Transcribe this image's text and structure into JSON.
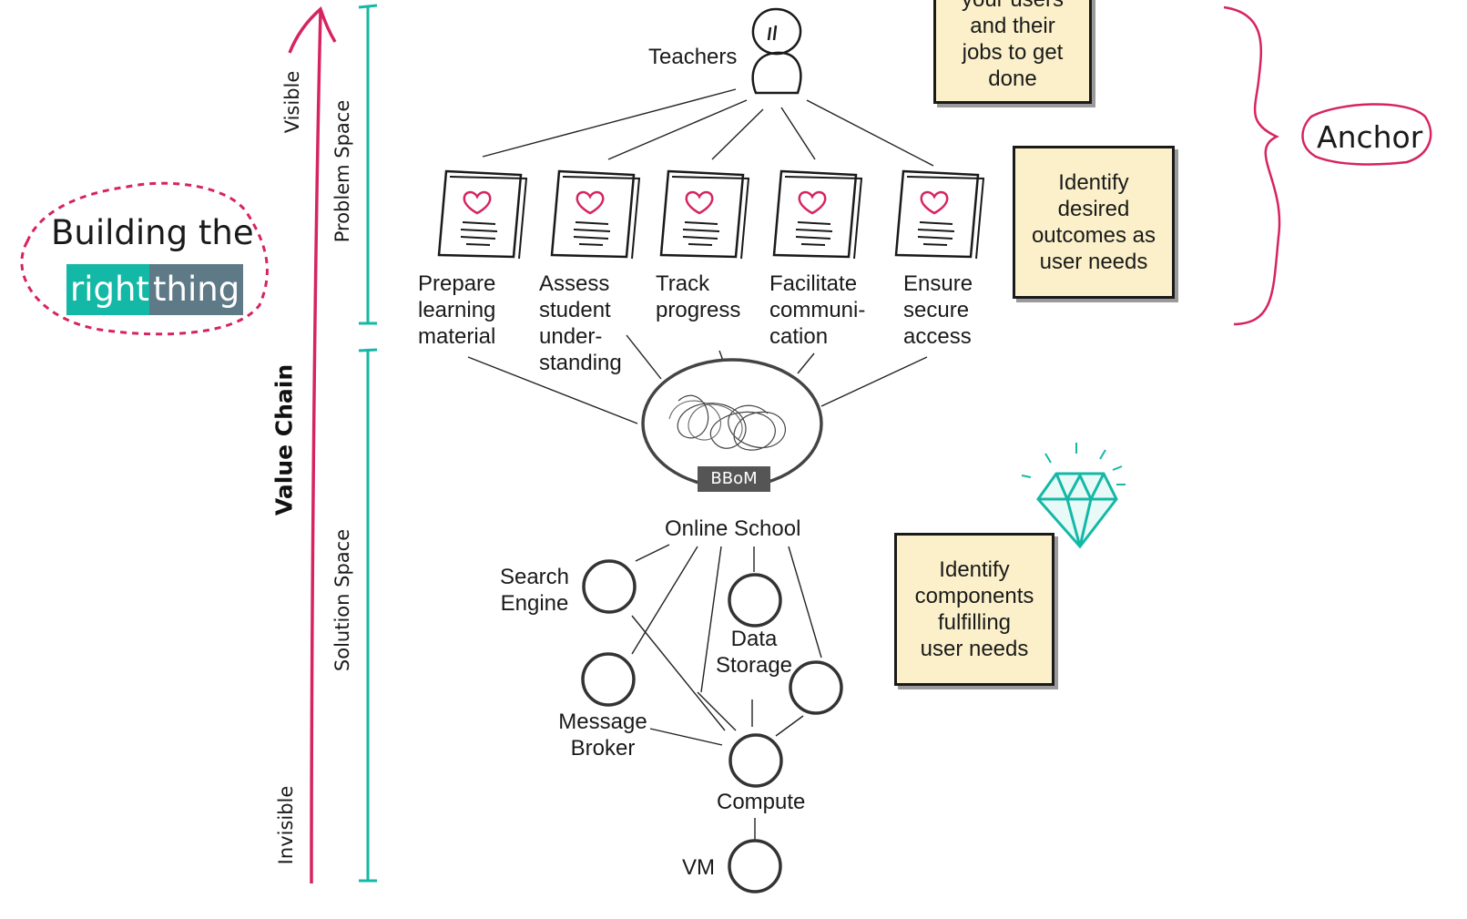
{
  "title": {
    "line1": "Building the",
    "word_right": "right",
    "word_thing": "thing"
  },
  "axis": {
    "value_chain": "Value Chain",
    "visible": "Visible",
    "invisible": "Invisible",
    "problem_space": "Problem Space",
    "solution_space": "Solution Space"
  },
  "user": {
    "label": "Teachers"
  },
  "needs": [
    {
      "label": "Prepare\nlearning\nmaterial"
    },
    {
      "label": "Assess\nstudent\nunder-\nstanding"
    },
    {
      "label": "Track\nprogress"
    },
    {
      "label": "Facilitate\ncommuni-\ncation"
    },
    {
      "label": "Ensure\nsecure\naccess"
    }
  ],
  "system": {
    "label": "Online School",
    "badge": "BBoM"
  },
  "components": {
    "search_engine": "Search\nEngine",
    "data_storage": "Data\nStorage",
    "message_broker": "Message\nBroker",
    "compute": "Compute",
    "vm": "VM"
  },
  "notes": {
    "users": "your users\nand their\njobs to get\ndone",
    "outcomes": "Identify\ndesired\noutcomes as\nuser needs",
    "components": "Identify\ncomponents\nfulfilling\nuser needs"
  },
  "anchor": {
    "label": "Anchor"
  },
  "colors": {
    "magenta": "#d6245f",
    "teal": "#14b8a6",
    "slate": "#5f7a87",
    "sticky": "#fbf0c9"
  }
}
